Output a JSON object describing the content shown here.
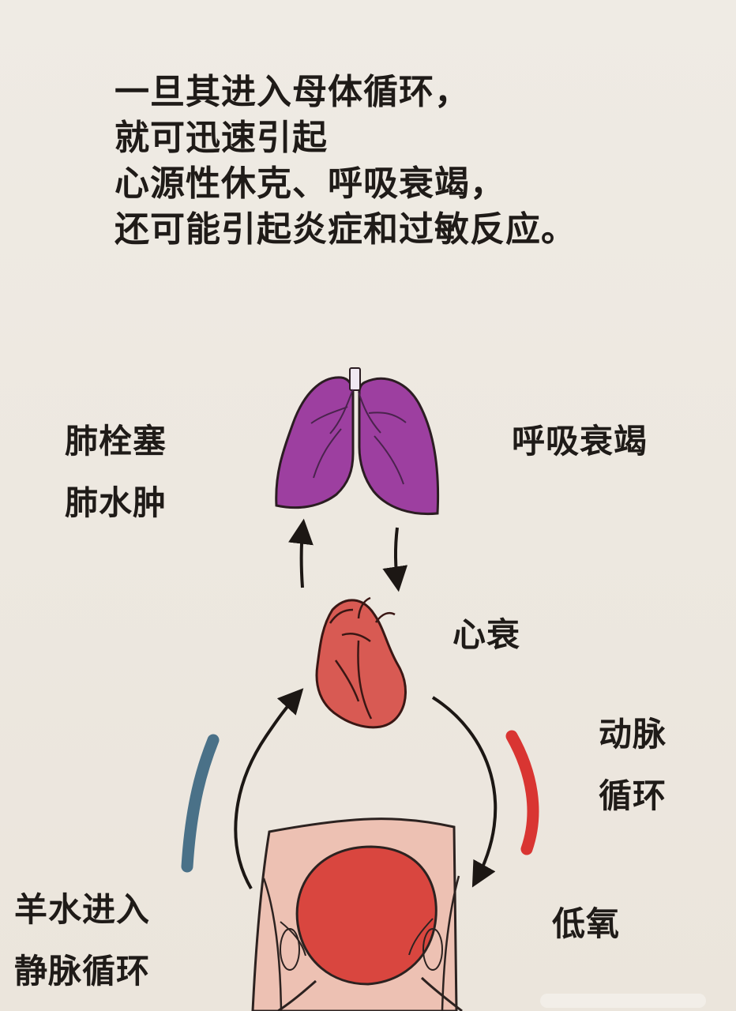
{
  "header": {
    "lines": [
      "一旦其进入母体循环，",
      "就可迅速引起",
      "心源性休克、呼吸衰竭，",
      "还可能引起炎症和过敏反应。"
    ]
  },
  "labels": {
    "left_top_line1": "肺栓塞",
    "left_top_line2": "肺水肿",
    "right_top": "呼吸衰竭",
    "heart_failure": "心衰",
    "arterial_line1": "动脉",
    "arterial_line2": "循环",
    "hypoxia": "低氧",
    "venous_line1": "羊水进入",
    "venous_line2": "静脉循环"
  },
  "colors": {
    "background": "#ebe5dc",
    "lung": "#9d3fa0",
    "lung_dark": "#7e2b80",
    "heart": "#d85a53",
    "uterus": "#d9463f",
    "artery": "#d93532",
    "vein": "#4a7188",
    "skin": "#edc1b3"
  }
}
